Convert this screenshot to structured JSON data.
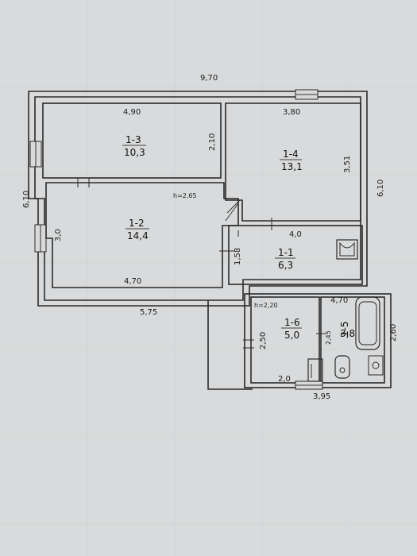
{
  "overall": {
    "width": "9,70",
    "depth": "6,10",
    "depth_right": "6,10",
    "bottom_main": "5,75"
  },
  "ceiling": {
    "main": "h=2,65",
    "annex": "h=2,20"
  },
  "rooms": {
    "r13": {
      "id": "1-3",
      "area": "10,3",
      "width": "4,90",
      "height": "2,10"
    },
    "r14": {
      "id": "1-4",
      "area": "13,1",
      "width": "3,80",
      "height": "3,51"
    },
    "r12": {
      "id": "1-2",
      "area": "14,4",
      "width": "4,70",
      "height": "3,0"
    },
    "r11": {
      "id": "1-1",
      "area": "6,3",
      "width": "4,0",
      "height": "1,58"
    },
    "r16": {
      "id": "1-6",
      "area": "5,0",
      "width": "2,0",
      "height": "2,50"
    },
    "r15": {
      "id": "1-5",
      "area": "3,8",
      "width": "4,70",
      "height": "2,45"
    }
  },
  "annex": {
    "width": "3,95",
    "depth": "2,60"
  }
}
